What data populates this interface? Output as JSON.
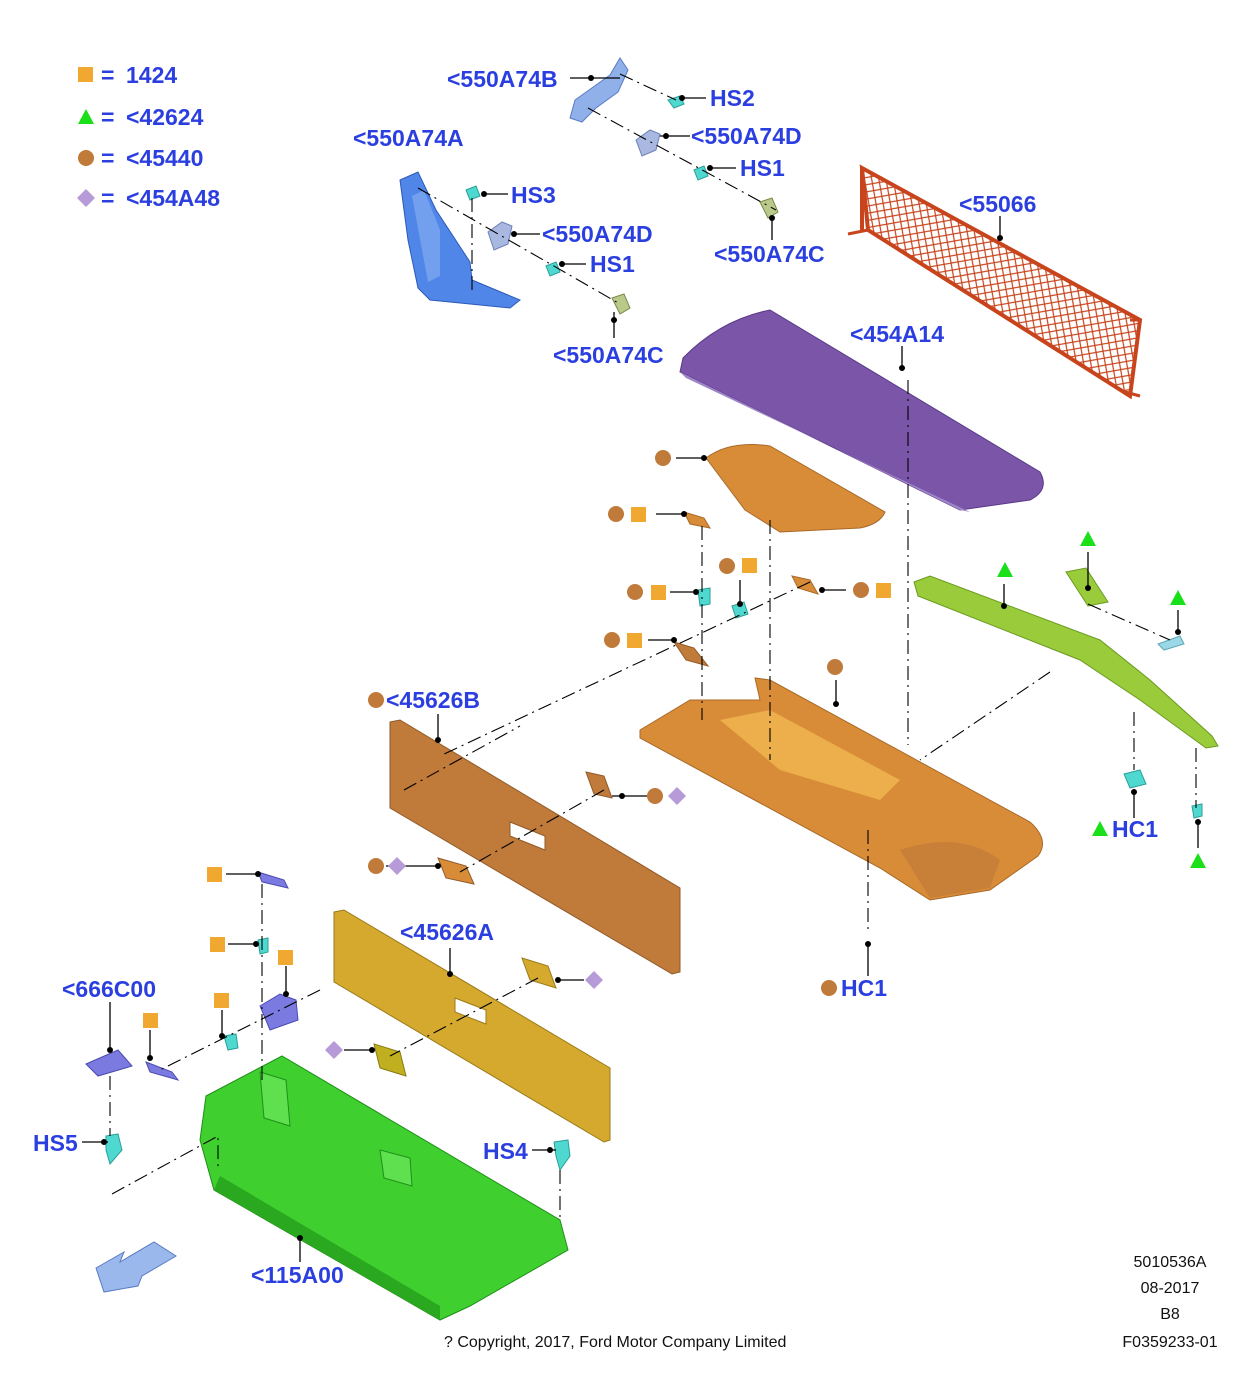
{
  "legend": [
    {
      "symbol": "square",
      "color": "#f0a830",
      "eq": "=",
      "code": "1424"
    },
    {
      "symbol": "triangle",
      "color": "#19e019",
      "eq": "=",
      "code": "<42624"
    },
    {
      "symbol": "circle",
      "color": "#c07a3a",
      "eq": "=",
      "code": "<45440"
    },
    {
      "symbol": "diamond",
      "color": "#b79ad8",
      "eq": "=",
      "code": "<454A48"
    }
  ],
  "labels": {
    "p550A74B": "<550A74B",
    "hs2": "HS2",
    "p550A74D_top": "<550A74D",
    "hs1_top": "HS1",
    "p550A74C_top": "<550A74C",
    "p550A74A": "<550A74A",
    "hs3": "HS3",
    "p550A74D_mid": "<550A74D",
    "hs1_mid": "HS1",
    "p550A74C_mid": "<550A74C",
    "p55066": "<55066",
    "p454A14": "<454A14",
    "p45626B": "<45626B",
    "hc1_right": "HC1",
    "hc1_bottom": "HC1",
    "p45626A": "<45626A",
    "p666C00": "<666C00",
    "hs5": "HS5",
    "hs4": "HS4",
    "p115A00": "<115A00"
  },
  "footer": {
    "code": "5010536A",
    "date": "08-2017",
    "variant": "B8",
    "figure_id": "F0359233-01",
    "copyright": "? Copyright, 2017, Ford Motor Company Limited"
  },
  "colors": {
    "label": "#2b3fe0",
    "net": "#c8441c",
    "shelf": "#7a55a8",
    "trim_orange": "#d98c38",
    "panel_brown": "#c07a3a",
    "panel_gold": "#d4a92e",
    "box_green": "#3fd02f",
    "rail_green": "#9acb3a",
    "bracket_blue": "#4f86e8",
    "clip_cyan": "#4fd8d0"
  },
  "icons": [
    "direction-arrow-icon"
  ]
}
